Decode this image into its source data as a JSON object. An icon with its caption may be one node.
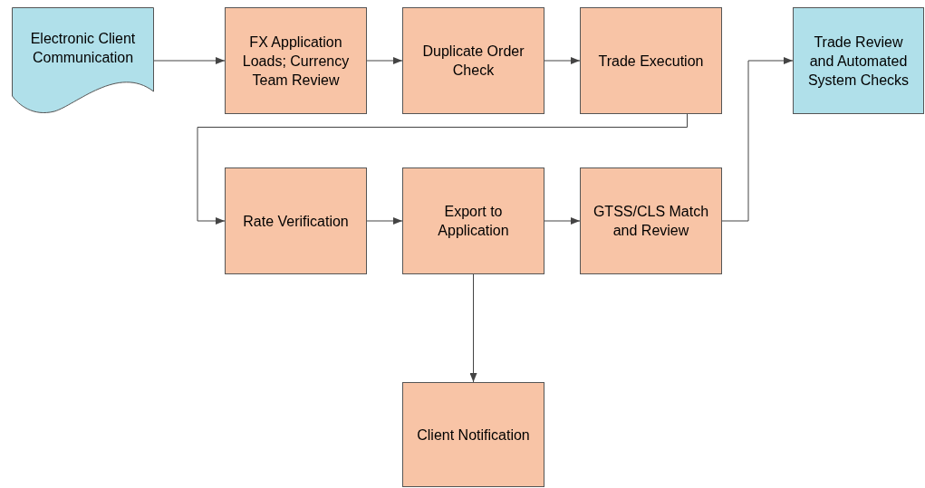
{
  "diagram": {
    "nodes": [
      {
        "text": [
          "Electronic Client Communication"
        ]
      },
      {
        "text": [
          "FX Application Loads; Currency Team Review"
        ]
      },
      {
        "text": [
          "Duplicate Order Check"
        ]
      },
      {
        "text": [
          "Trade Execution"
        ]
      },
      {
        "text": [
          "Trade Review and Automated System Checks"
        ]
      },
      {
        "text": [
          "Rate Verification"
        ]
      },
      {
        "text": [
          "Export to Application"
        ]
      },
      {
        "text": [
          "GTSS/CLS Match and Review"
        ]
      },
      {
        "text": [
          "Client Notification"
        ]
      }
    ],
    "edges": [
      {
        "from": 0,
        "to": 1,
        "arrow": "to"
      },
      {
        "from": 1,
        "to": 2,
        "arrow": "to"
      },
      {
        "from": 2,
        "to": 3,
        "arrow": "to"
      },
      {
        "from": 3,
        "to": 5,
        "arrow": "to"
      },
      {
        "from": 5,
        "to": 6,
        "arrow": "to"
      },
      {
        "from": 6,
        "to": 7,
        "arrow": "to"
      },
      {
        "from": 7,
        "to": 4,
        "arrow": "to"
      },
      {
        "from": 6,
        "to": 8,
        "arrow": "to"
      }
    ]
  }
}
